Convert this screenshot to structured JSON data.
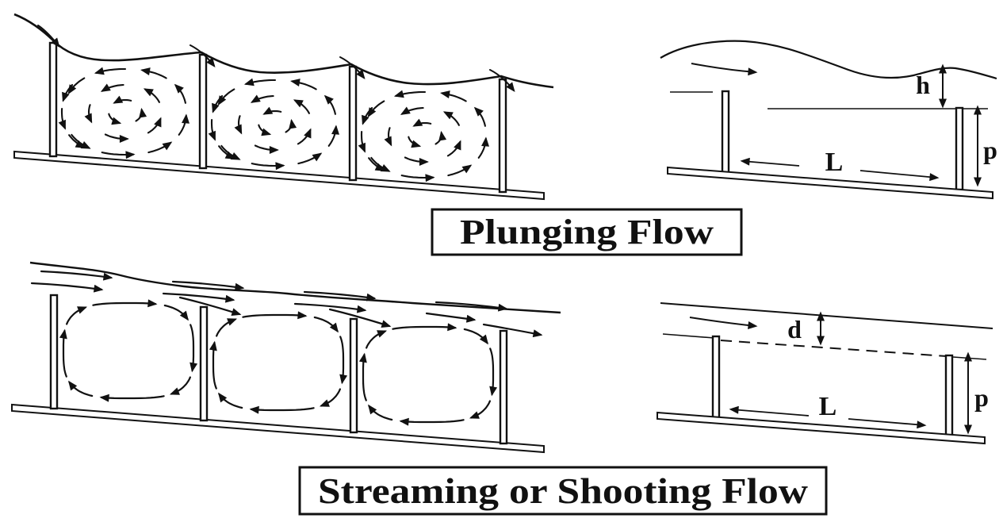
{
  "figure": {
    "background": "#ffffff",
    "ink_color": "#111111",
    "plunging": {
      "caption": "Plunging Flow",
      "labels": {
        "head": "h",
        "weir_height": "p",
        "spacing": "L"
      }
    },
    "streaming": {
      "caption": "Streaming or Shooting Flow",
      "labels": {
        "depth": "d",
        "weir_height": "p",
        "spacing": "L"
      }
    }
  }
}
